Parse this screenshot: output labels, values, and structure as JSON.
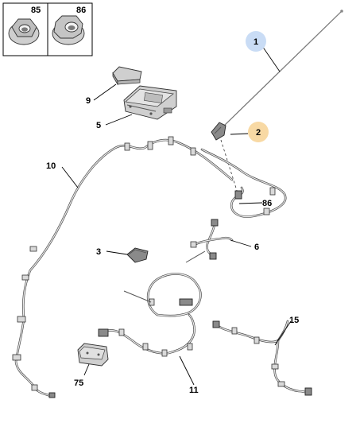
{
  "inset": {
    "nuts": [
      {
        "label": "85",
        "shape": "flanged-hex-nut"
      },
      {
        "label": "86",
        "shape": "flanged-hex-nut-serrated"
      }
    ]
  },
  "callouts": {
    "c1": "1",
    "c2": "2",
    "c3": "3",
    "c5": "5",
    "c6": "6",
    "c9": "9",
    "c10": "10",
    "c11": "11",
    "c15": "15",
    "c75": "75",
    "c86": "86"
  },
  "colors": {
    "badge_blue": "#c9dcf5",
    "badge_orange": "#f8d9a4",
    "line": "#4a4a4a"
  }
}
